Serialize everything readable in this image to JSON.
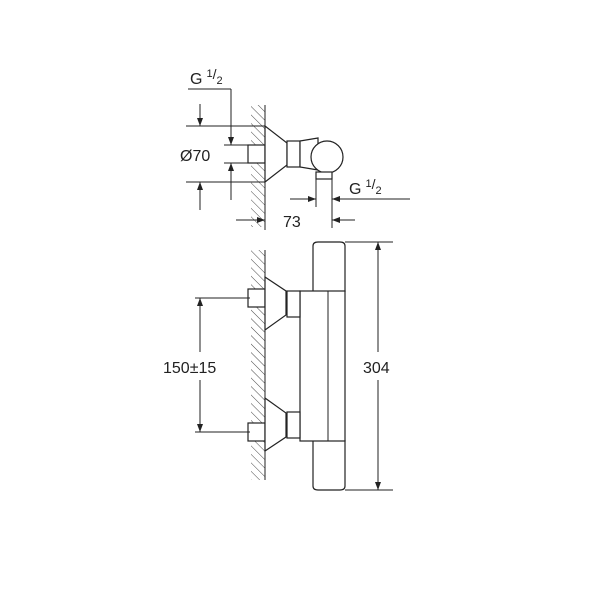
{
  "top_view": {
    "inlet_thread": {
      "main": "G",
      "num": "1",
      "den": "2"
    },
    "diameter": "Ø70",
    "depth": "73",
    "outlet_thread": {
      "main": "G",
      "num": "1",
      "den": "2"
    }
  },
  "front_view": {
    "inlet_spacing": "150±15",
    "height": "304"
  }
}
